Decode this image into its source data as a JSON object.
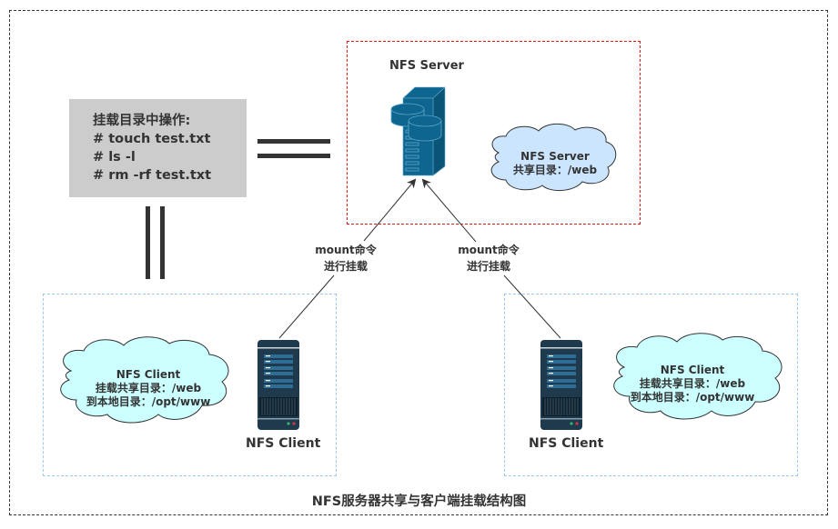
{
  "diagram": {
    "title": "NFS服务器共享与客户端挂载结构图",
    "server": {
      "label": "NFS Server",
      "icon": "database-server-icon",
      "cloud": {
        "line1": "NFS Server",
        "line2": "共享目录：/web"
      }
    },
    "operations_box": {
      "lines": [
        "挂载目录中操作:",
        "# touch test.txt",
        "# ls -l",
        "# rm -rf test.txt"
      ]
    },
    "equals_symbol": "equal-sign",
    "connectors": [
      {
        "from": "client-left",
        "to": "server",
        "label_line1": "mount命令",
        "label_line2": "进行挂载"
      },
      {
        "from": "client-right",
        "to": "server",
        "label_line1": "mount命令",
        "label_line2": "进行挂载"
      }
    ],
    "clients": [
      {
        "label": "NFS Client",
        "icon": "tower-server-icon",
        "cloud": {
          "line1": "NFS Client",
          "line2": "挂载共享目录：/web",
          "line3": "到本地目录：/opt/www"
        }
      },
      {
        "label": "NFS Client",
        "icon": "tower-server-icon",
        "cloud": {
          "line1": "NFS Client",
          "line2": "挂载共享目录：/web",
          "line3": "到本地目录：/opt/www"
        }
      }
    ],
    "colors": {
      "server_zone_border": "#e01515",
      "client_zone_border": "#9ccaf0",
      "server_icon": "#0e6590",
      "server_cloud_fill": "#cce5ff",
      "client_cloud_fill": "#ccffff",
      "client_tower": "#1f3a4d",
      "ops_box_fill": "#cccccc"
    }
  }
}
